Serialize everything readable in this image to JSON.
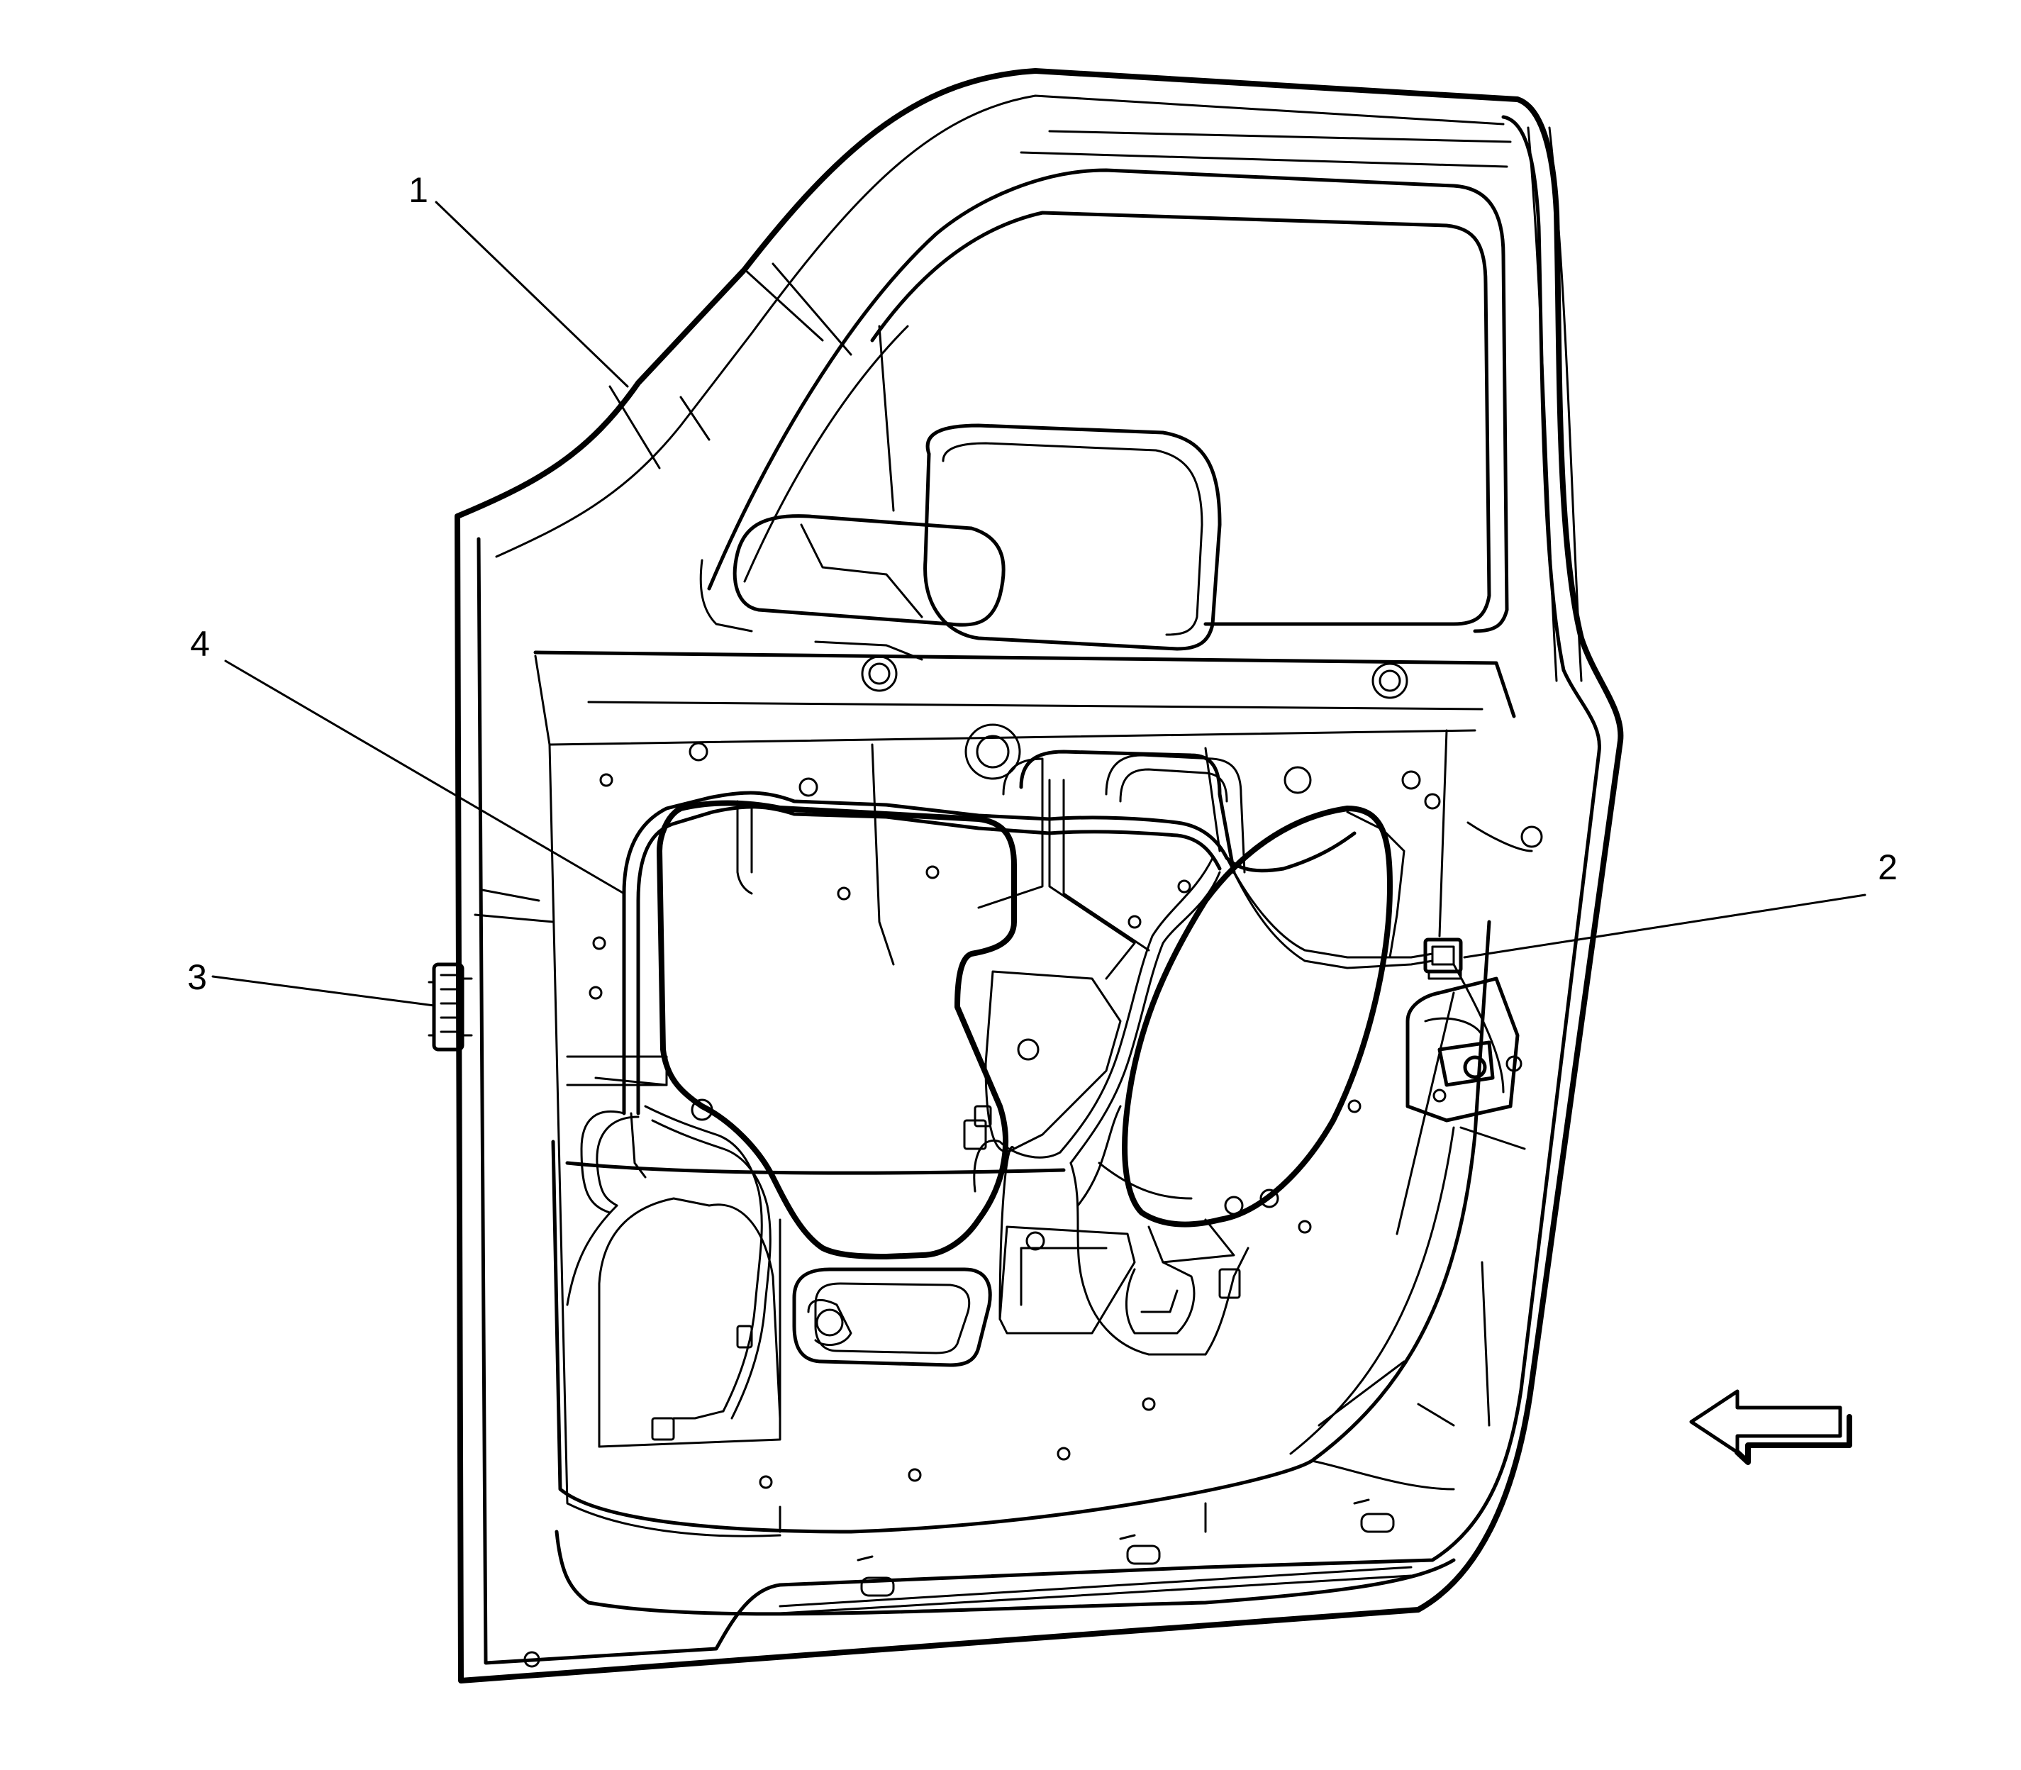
{
  "colors": {
    "line": "#000000",
    "background": "#ffffff"
  },
  "callouts": [
    {
      "label": "1",
      "part": "door-panel"
    },
    {
      "label": "2",
      "part": "harness-connector"
    },
    {
      "label": "3",
      "part": "door-connector"
    },
    {
      "label": "4",
      "part": "door-wiring-harness"
    }
  ],
  "icons": {
    "direction": "left-arrow-icon"
  }
}
